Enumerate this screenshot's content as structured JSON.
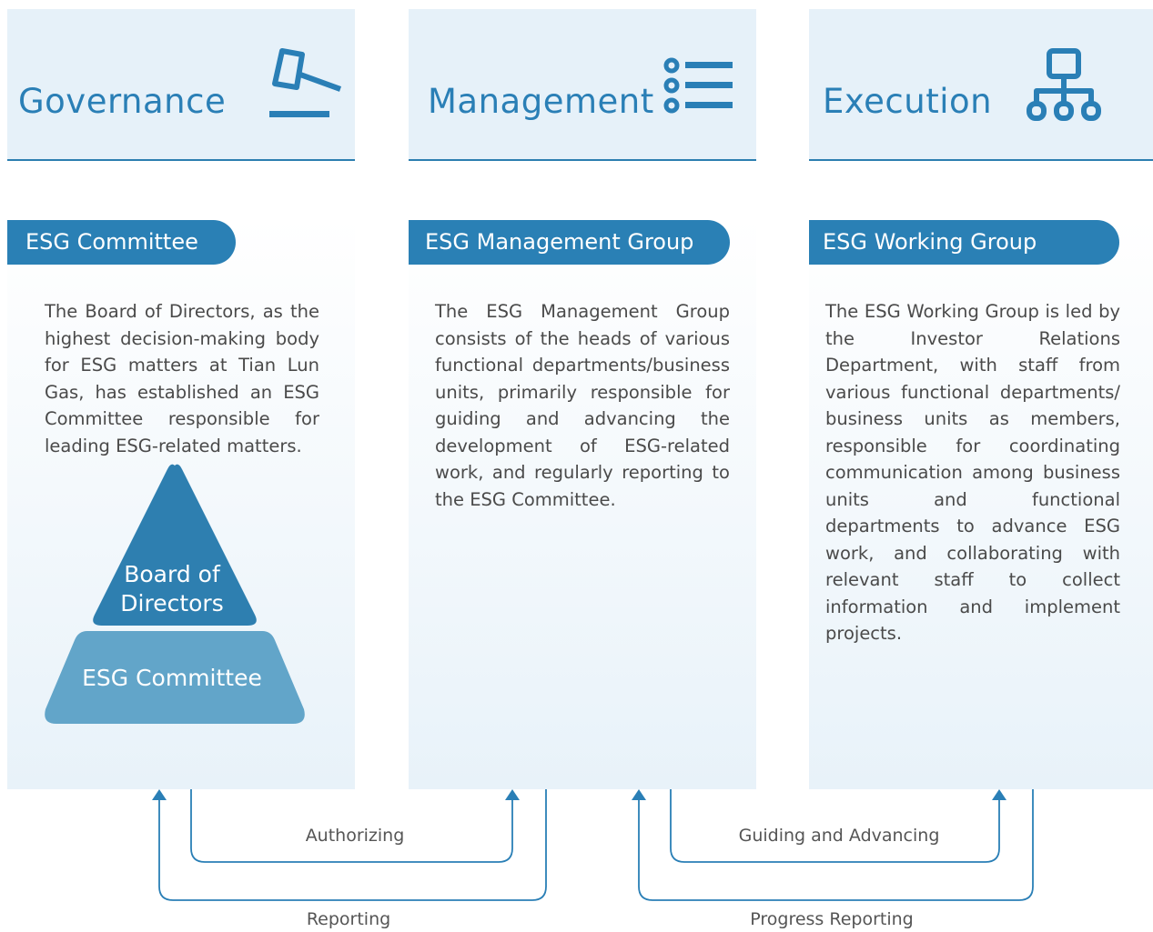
{
  "columns": [
    {
      "title": "Governance",
      "icon": "gavel-icon",
      "group": "ESG Committee",
      "description": "The Board of Directors, as the highest decision-making body for ESG matters at Tian Lun Gas, has established an ESG Committee responsible for leading ESG-related matters."
    },
    {
      "title": "Management",
      "icon": "list-icon",
      "group": "ESG Management Group",
      "description": "The ESG Management Group consists of the heads of various functional departments/business units, primarily responsible for guiding and advancing the development of ESG-related work, and regularly reporting to the ESG Committee."
    },
    {
      "title": "Execution",
      "icon": "org-chart-icon",
      "group": "ESG Working Group",
      "description": "The ESG Working Group is led by the Investor Relations Department, with staff from various functional departments/ business units as members, responsible for coordinating communication among business units and functional departments to advance ESG work, and collaborating with relevant staff to collect information and implement projects."
    }
  ],
  "pyramid": {
    "top": "Board of Directors",
    "bottom": "ESG Committee"
  },
  "flows": {
    "authorizing": "Authorizing",
    "reporting": "Reporting",
    "guiding": "Guiding and Advancing",
    "progress": "Progress Reporting"
  },
  "colors": {
    "accent": "#2a80b5",
    "header_bg": "#e6f1f9",
    "pyramid_top": "#2e7fb0",
    "pyramid_bottom": "#62a5c9"
  }
}
